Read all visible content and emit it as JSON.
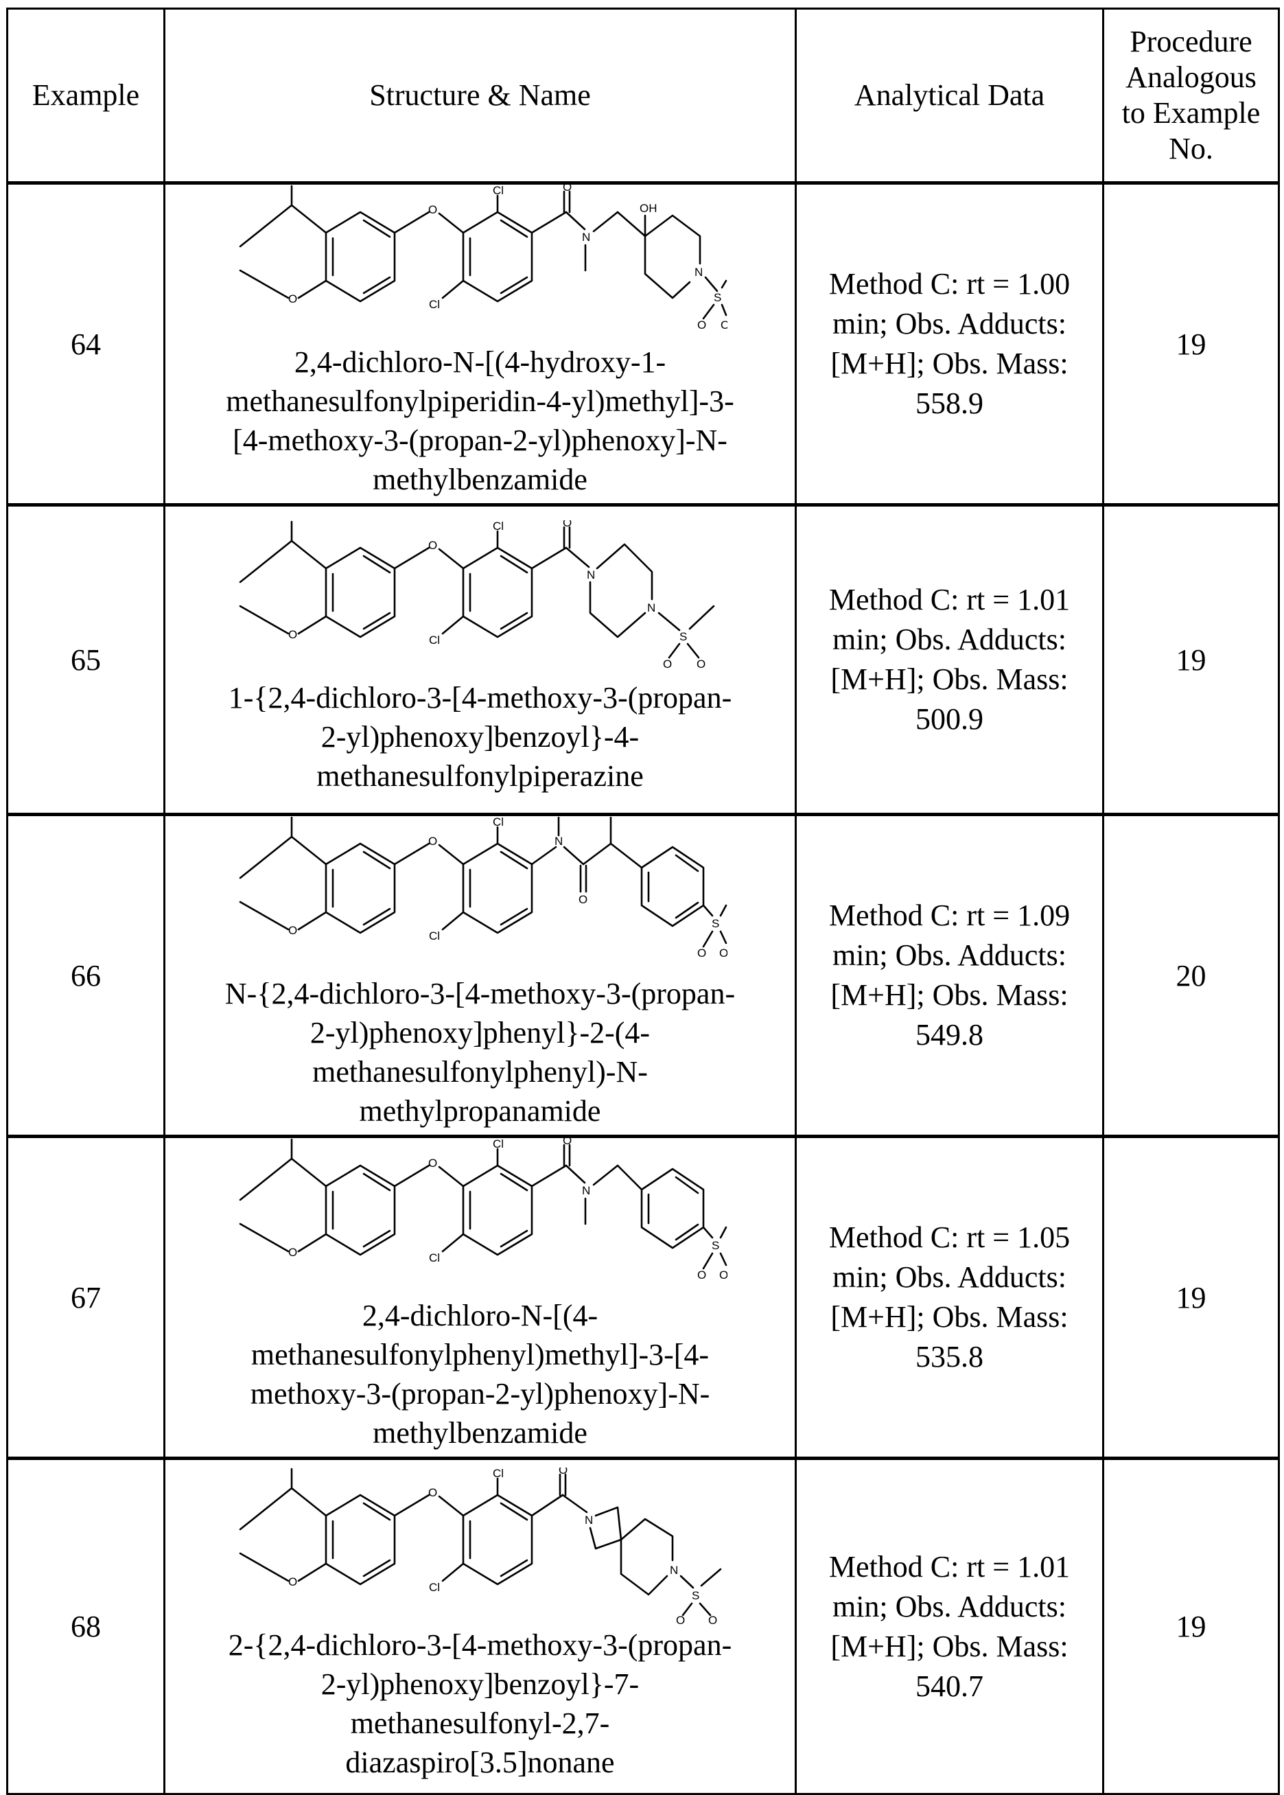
{
  "table": {
    "headers": {
      "example": "Example",
      "structure": "Structure & Name",
      "analytical": "Analytical Data",
      "procedure": [
        "Procedure",
        "Analogous",
        "to Example",
        "No."
      ]
    },
    "rows": [
      {
        "example": "64",
        "name_lines": [
          "2,4-dichloro-N-[(4-hydroxy-1-",
          "methanesulfonylpiperidin-4-yl)methyl]-3-",
          "[4-methoxy-3-(propan-2-yl)phenoxy]-N-",
          "methylbenzamide"
        ],
        "analytical_lines": [
          "Method C: rt = 1.00",
          "min; Obs. Adducts:",
          "[M+H]; Obs. Mass:",
          "558.9"
        ],
        "procedure": "19",
        "structure_labels": {
          "cl1": "Cl",
          "cl2": "Cl",
          "o_ether": "O",
          "o_methoxy": "O",
          "o_carbonyl": "O",
          "n_amide": "N",
          "oh": "OH",
          "n_ring": "N",
          "s": "S",
          "o_s1": "O",
          "o_s2": "O"
        }
      },
      {
        "example": "65",
        "name_lines": [
          "1-{2,4-dichloro-3-[4-methoxy-3-(propan-",
          "2-yl)phenoxy]benzoyl}-4-",
          "methanesulfonylpiperazine"
        ],
        "analytical_lines": [
          "Method C: rt = 1.01",
          "min; Obs. Adducts:",
          "[M+H]; Obs. Mass:",
          "500.9"
        ],
        "procedure": "19",
        "structure_labels": {
          "cl1": "Cl",
          "cl2": "Cl",
          "o_ether": "O",
          "o_methoxy": "O",
          "o_carbonyl": "O",
          "n1": "N",
          "n2": "N",
          "s": "S",
          "o_s1": "O",
          "o_s2": "O"
        }
      },
      {
        "example": "66",
        "name_lines": [
          "N-{2,4-dichloro-3-[4-methoxy-3-(propan-",
          "2-yl)phenoxy]phenyl}-2-(4-",
          "methanesulfonylphenyl)-N-",
          "methylpropanamide"
        ],
        "analytical_lines": [
          "Method C: rt = 1.09",
          "min; Obs. Adducts:",
          "[M+H]; Obs. Mass:",
          "549.8"
        ],
        "procedure": "20",
        "structure_labels": {
          "cl1": "Cl",
          "cl2": "Cl",
          "o_ether": "O",
          "o_methoxy": "O",
          "o_carbonyl": "O",
          "n_amide": "N",
          "s": "S",
          "o_s1": "O",
          "o_s2": "O"
        }
      },
      {
        "example": "67",
        "name_lines": [
          "2,4-dichloro-N-[(4-",
          "methanesulfonylphenyl)methyl]-3-[4-",
          "methoxy-3-(propan-2-yl)phenoxy]-N-",
          "methylbenzamide"
        ],
        "analytical_lines": [
          "Method C: rt = 1.05",
          "min; Obs. Adducts:",
          "[M+H]; Obs. Mass:",
          "535.8"
        ],
        "procedure": "19",
        "structure_labels": {
          "cl1": "Cl",
          "cl2": "Cl",
          "o_ether": "O",
          "o_methoxy": "O",
          "o_carbonyl": "O",
          "n_amide": "N",
          "s": "S",
          "o_s1": "O",
          "o_s2": "O"
        }
      },
      {
        "example": "68",
        "name_lines": [
          "2-{2,4-dichloro-3-[4-methoxy-3-(propan-",
          "2-yl)phenoxy]benzoyl}-7-",
          "methanesulfonyl-2,7-",
          "diazaspiro[3.5]nonane"
        ],
        "analytical_lines": [
          "Method C: rt = 1.01",
          "min; Obs. Adducts:",
          "[M+H]; Obs. Mass:",
          "540.7"
        ],
        "procedure": "19",
        "structure_labels": {
          "cl1": "Cl",
          "cl2": "Cl",
          "o_ether": "O",
          "o_methoxy": "O",
          "o_carbonyl": "O",
          "n_azetidine": "N",
          "n_piperidine": "N",
          "s": "S",
          "o_s1": "O",
          "o_s2": "O"
        }
      }
    ]
  }
}
